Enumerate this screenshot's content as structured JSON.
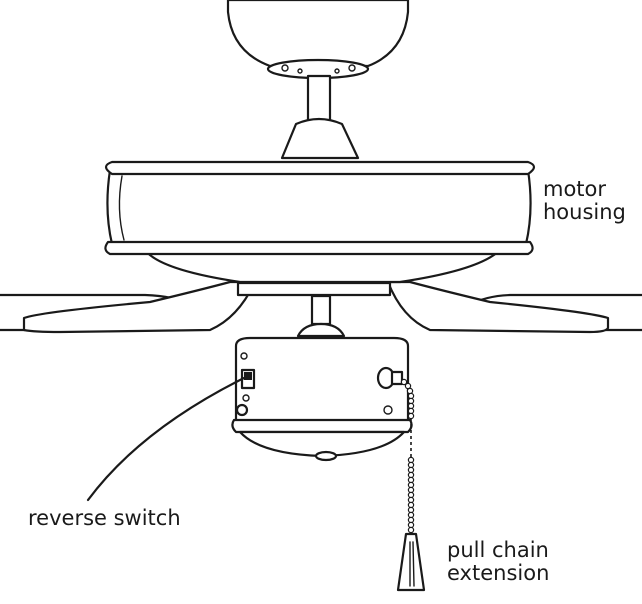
{
  "labels": {
    "motor_housing": [
      "motor",
      "housing"
    ],
    "reverse_switch": "reverse switch",
    "pull_chain_extension": [
      "pull chain",
      "extension"
    ]
  },
  "colors": {
    "line": "#1a1a1a",
    "background": "#ffffff"
  }
}
